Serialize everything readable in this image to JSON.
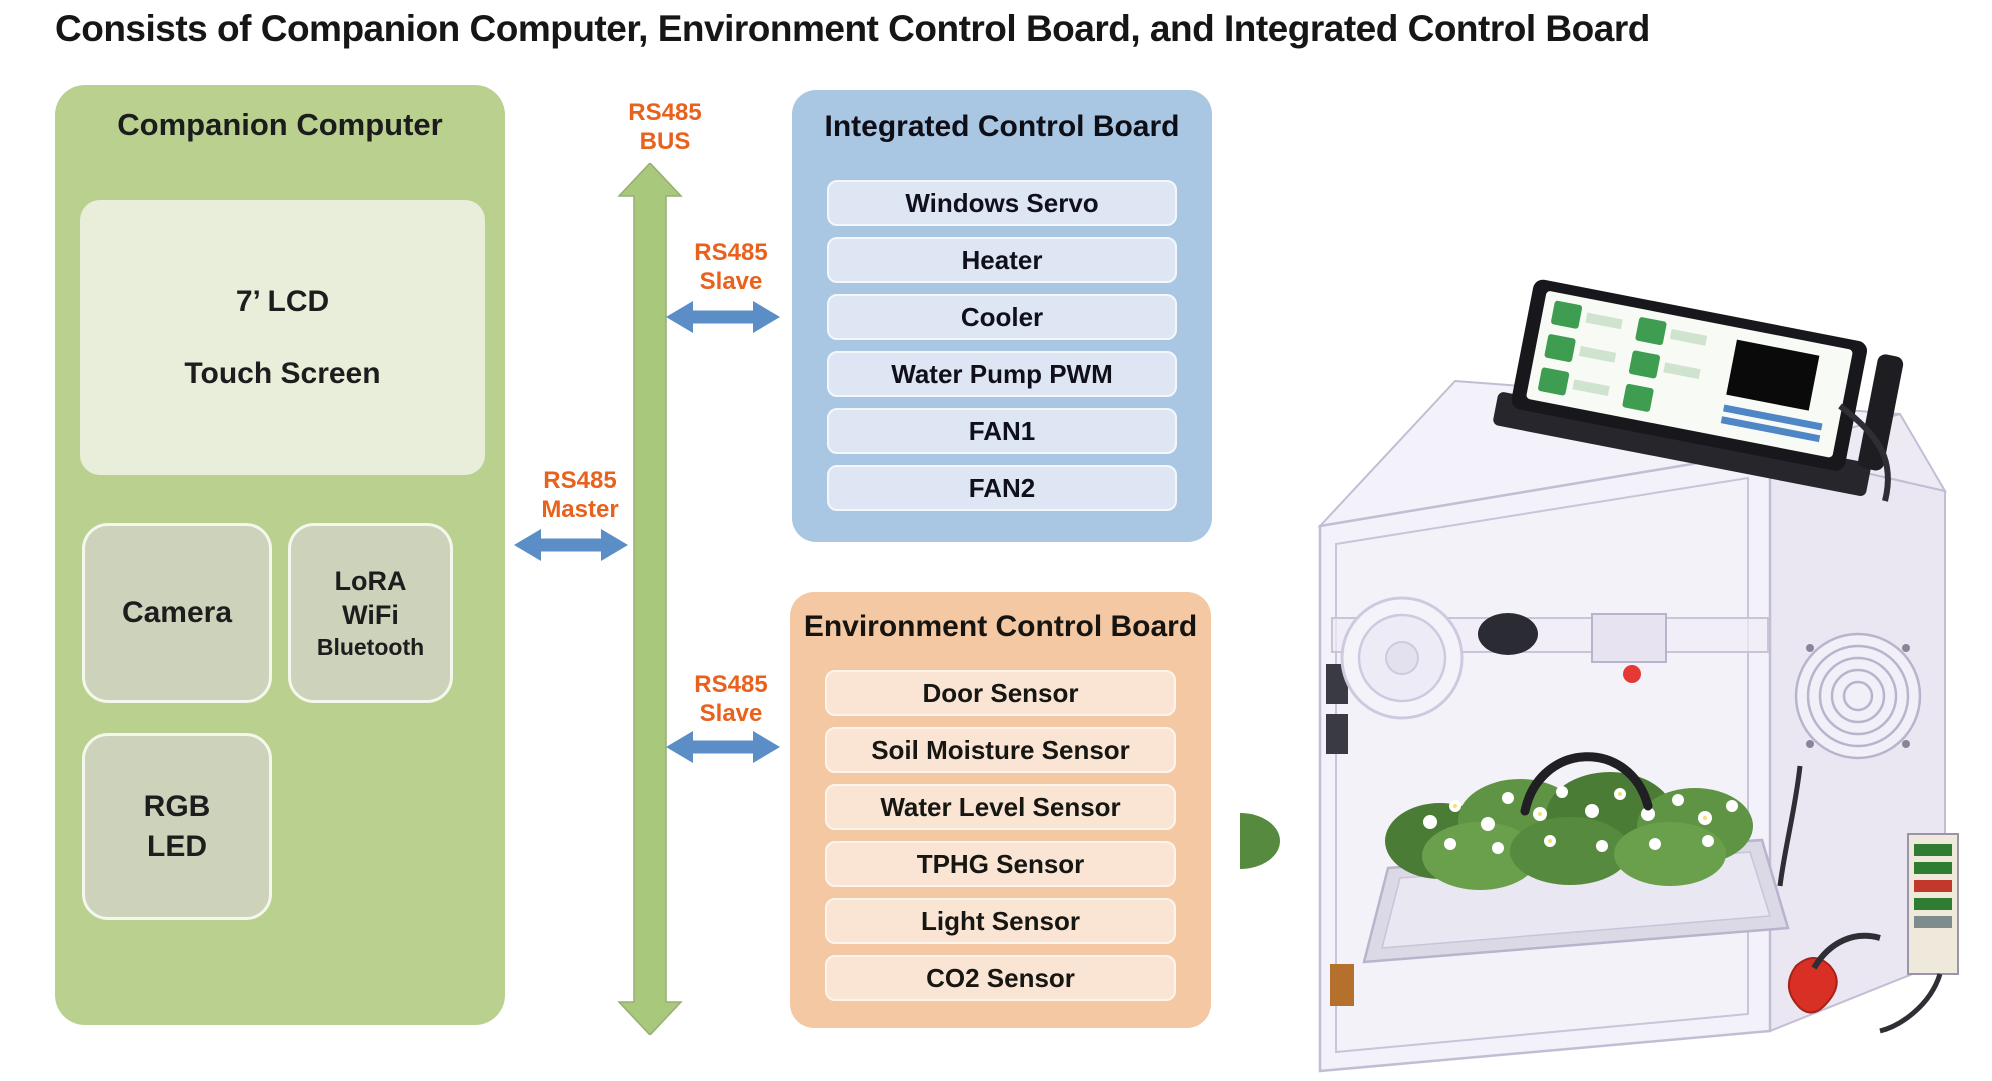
{
  "title": "Consists of Companion Computer, Environment Control Board, and Integrated Control Board",
  "companion": {
    "title": "Companion Computer",
    "lcd_line1": "7’ LCD",
    "lcd_line2": "Touch Screen",
    "camera": "Camera",
    "radio_line1": "LoRA",
    "radio_line2": "WiFi",
    "radio_line3": "Bluetooth",
    "led_line1": "RGB",
    "led_line2": "LED"
  },
  "bus": {
    "bus_line1": "RS485",
    "bus_line2": "BUS",
    "master_line1": "RS485",
    "master_line2": "Master",
    "slave_top_line1": "RS485",
    "slave_top_line2": "Slave",
    "slave_bottom_line1": "RS485",
    "slave_bottom_line2": "Slave"
  },
  "integrated": {
    "title": "Integrated Control Board",
    "items": [
      "Windows Servo",
      "Heater",
      "Cooler",
      "Water Pump PWM",
      "FAN1",
      "FAN2"
    ]
  },
  "environment": {
    "title": "Environment Control Board",
    "items": [
      "Door Sensor",
      "Soil Moisture Sensor",
      "Water Level Sensor",
      "TPHG Sensor",
      "Light Sensor",
      "CO2 Sensor"
    ]
  },
  "colors": {
    "companion_green": "#b9d08e",
    "companion_inner_light": "#e9eedb",
    "companion_inner_gray": "#cdd3bb",
    "integrated_blue": "#a9c6e3",
    "integrated_pill": "#dde6f2",
    "environment_orange": "#f3c8a2",
    "environment_pill": "#fae4d3",
    "bus_arrow_green": "#a8c87c",
    "link_arrow_blue": "#5b8dc6",
    "rs485_label_orange": "#e8611d"
  }
}
